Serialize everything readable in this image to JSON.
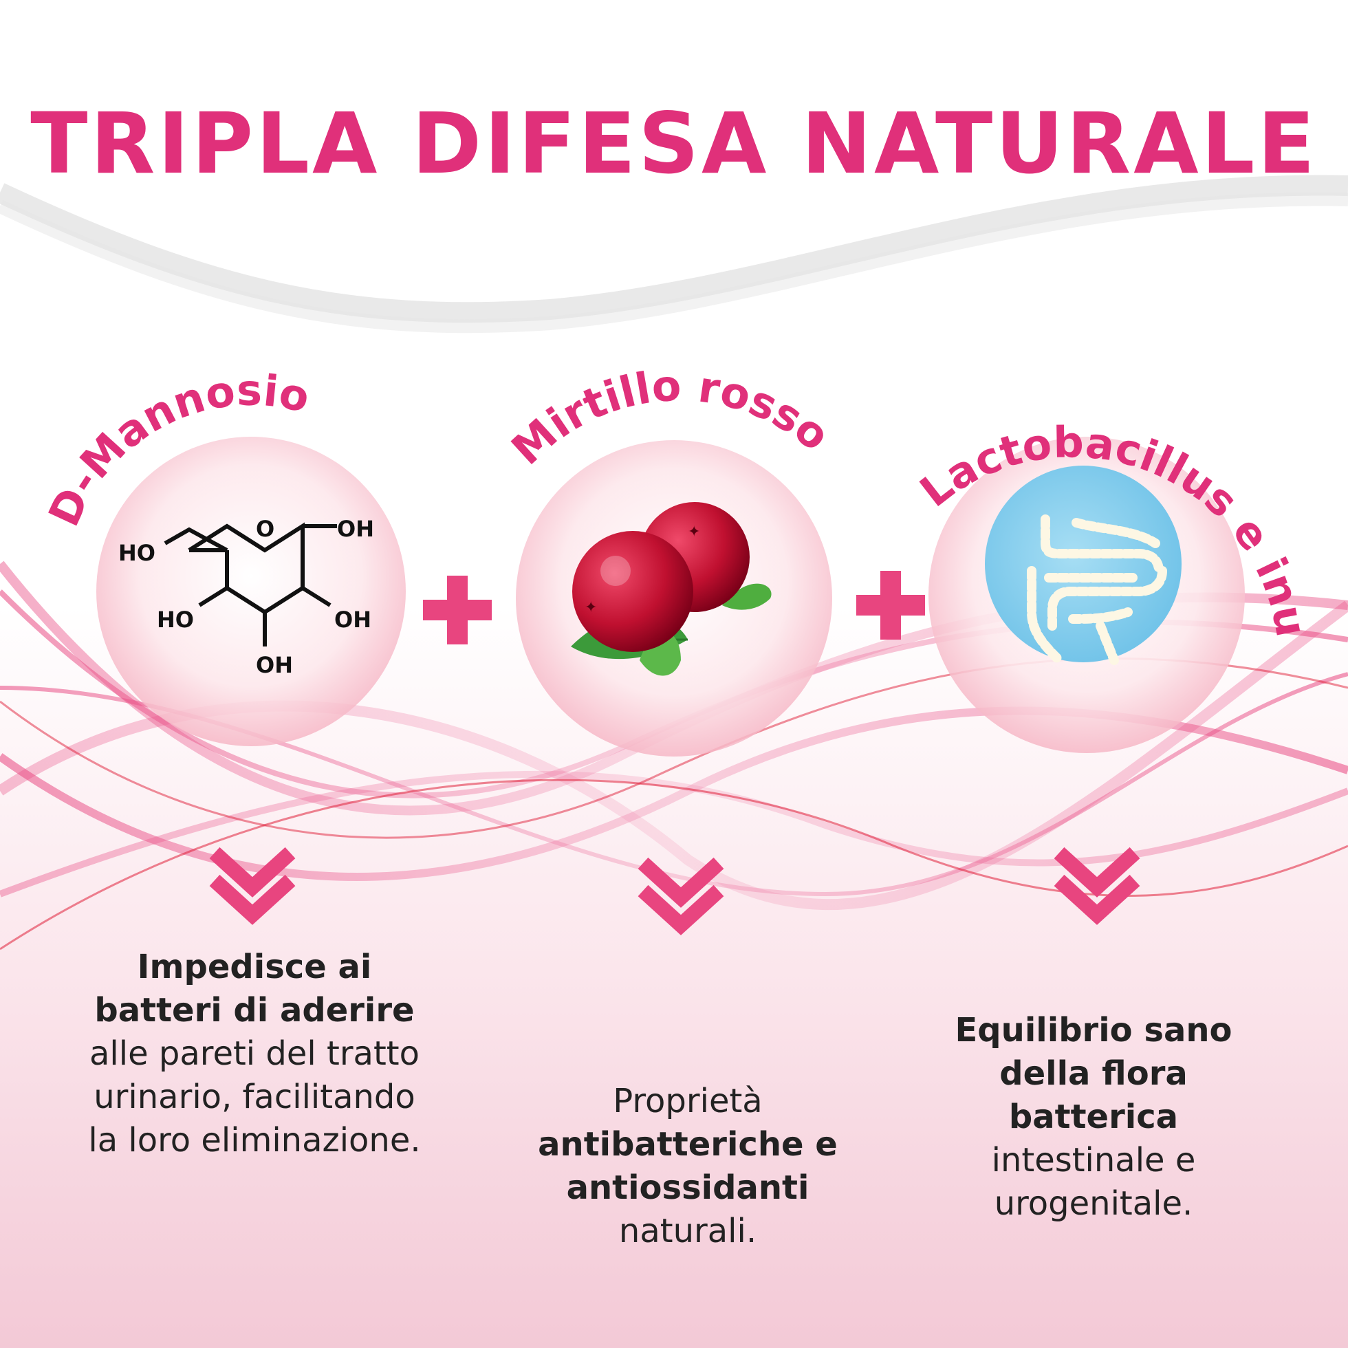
{
  "title": "TRIPLA DIFESA NATURALE",
  "ingredients": [
    {
      "label": "D-Mannosio",
      "icon": "glucose-molecule-icon"
    },
    {
      "label": "Mirtillo rosso",
      "icon": "cranberry-icon"
    },
    {
      "label": "Lactobacillus e inulina",
      "icon": "intestine-icon"
    }
  ],
  "molecule": {
    "labels": [
      "HO",
      "O",
      "OH",
      "HO",
      "OH",
      "OH"
    ]
  },
  "descriptions": [
    {
      "bold": "Impedisce ai batteri di aderire",
      "rest": " alle pareti del tratto urinario, facilitando la loro eliminazione.",
      "pre": ""
    },
    {
      "pre": "Proprietà ",
      "bold": "antibatteriche e antiossidanti",
      "rest": " naturali."
    },
    {
      "pre": "",
      "bold": "Equilibrio sano della flora batterica",
      "rest": " intestinale e urogenitale."
    }
  ],
  "colors": {
    "accent": "#e0307a",
    "ribbon": "#e8457f",
    "bubble": "#fbd7df",
    "gut_bg": "#8fd2ef"
  }
}
